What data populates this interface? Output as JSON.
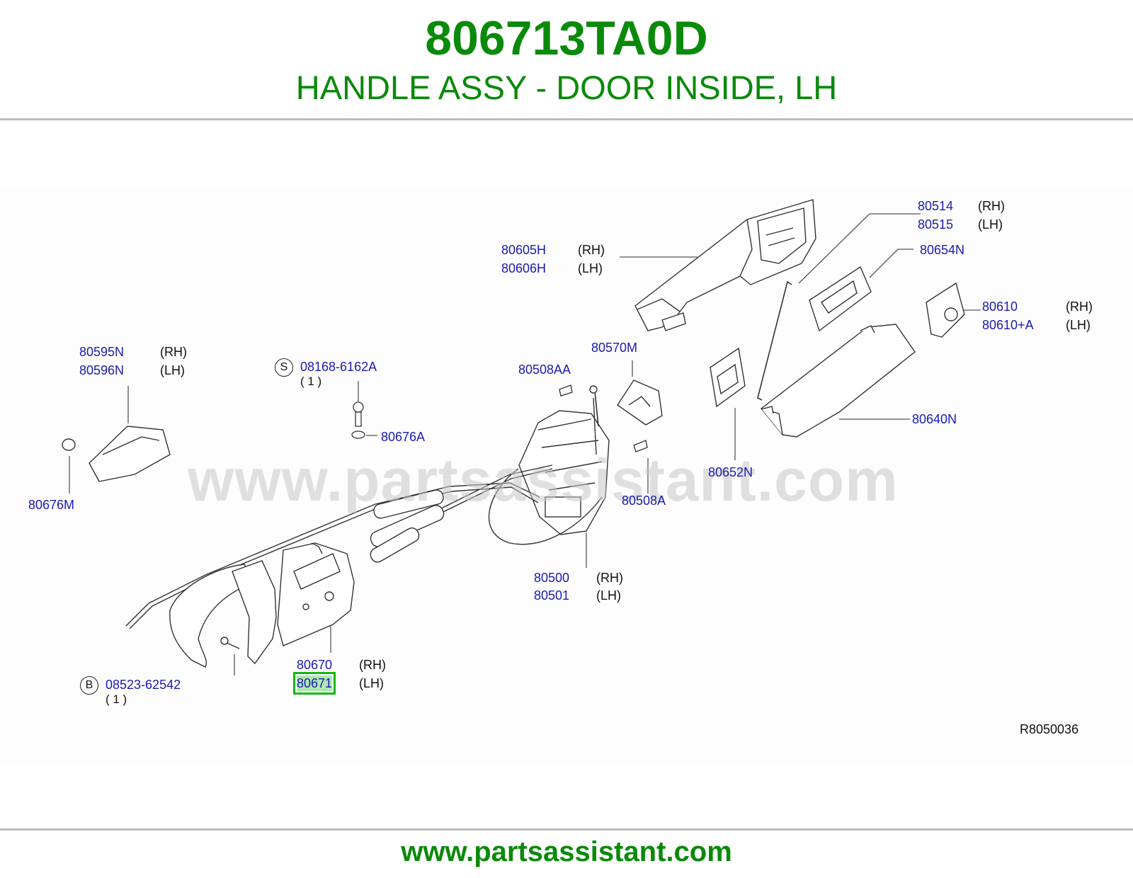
{
  "header": {
    "part_number": "806713TA0D",
    "part_name": "HANDLE ASSY - DOOR INSIDE, LH"
  },
  "diagram": {
    "watermark": "www.partsassistant.com",
    "reference": "R8050036",
    "callouts": [
      {
        "id": "80605H",
        "side": "(RH)"
      },
      {
        "id": "80606H",
        "side": "(LH)"
      },
      {
        "id": "80514",
        "side": "(RH)"
      },
      {
        "id": "80515",
        "side": "(LH)"
      },
      {
        "id": "80654N",
        "side": ""
      },
      {
        "id": "80610",
        "side": "(RH)"
      },
      {
        "id": "80610+A",
        "side": "(LH)"
      },
      {
        "id": "80595N",
        "side": "(RH)"
      },
      {
        "id": "80596N",
        "side": "(LH)"
      },
      {
        "id": "08168-6162A",
        "side": "",
        "marker": "S",
        "qty": "( 1 )"
      },
      {
        "id": "80508AA",
        "side": ""
      },
      {
        "id": "80570M",
        "side": ""
      },
      {
        "id": "80676A",
        "side": ""
      },
      {
        "id": "80640N",
        "side": ""
      },
      {
        "id": "80676M",
        "side": ""
      },
      {
        "id": "80652N",
        "side": ""
      },
      {
        "id": "80508A",
        "side": ""
      },
      {
        "id": "80500",
        "side": "(RH)"
      },
      {
        "id": "80501",
        "side": "(LH)"
      },
      {
        "id": "80670",
        "side": "(RH)"
      },
      {
        "id": "80671",
        "side": "(LH)",
        "highlighted": true
      },
      {
        "id": "08523-62542",
        "side": "",
        "marker": "B",
        "qty": "( 1 )"
      }
    ]
  },
  "footer": {
    "url": "www.partsassistant.com"
  },
  "colors": {
    "title_green": "#0a8a0a",
    "label_blue": "#1a1ab4",
    "highlight_fill": "#aee8ae",
    "highlight_border": "#14b814"
  }
}
